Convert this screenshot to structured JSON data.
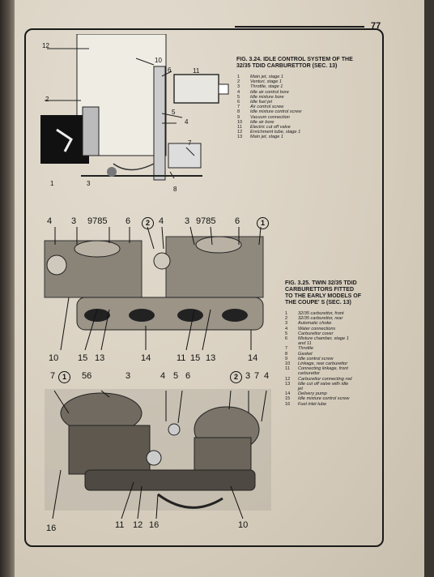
{
  "page_number": "77",
  "fig1": {
    "title_line1": "FIG. 3.24. IDLE CONTROL SYSTEM OF THE",
    "title_line2": "32/35 TDID CARBURETTOR (SEC. 13)",
    "legend": [
      {
        "num": "1",
        "text": "Main jet, stage 1"
      },
      {
        "num": "2",
        "text": "Venturi, stage 1"
      },
      {
        "num": "3",
        "text": "Throttle, stage 1"
      },
      {
        "num": "4",
        "text": "Idle air control bore"
      },
      {
        "num": "5",
        "text": "Idle mixture bore"
      },
      {
        "num": "6",
        "text": "Idle fuel jet"
      },
      {
        "num": "7",
        "text": "Air control screw"
      },
      {
        "num": "8",
        "text": "Idle mixture control screw"
      },
      {
        "num": "9",
        "text": "Vacuum connection"
      },
      {
        "num": "10",
        "text": "Idle air bore"
      },
      {
        "num": "11",
        "text": "Electric cut off valve"
      },
      {
        "num": "12",
        "text": "Enrichment tube, stage 1"
      },
      {
        "num": "13",
        "text": "Main jet, stage 1"
      }
    ],
    "callouts": {
      "c12": "12",
      "c10": "10",
      "c6": "6",
      "c11": "11",
      "c2": "2",
      "c5": "5",
      "c4": "4",
      "c7": "7",
      "c1": "1",
      "c3": "3",
      "c8": "8"
    }
  },
  "fig2": {
    "title_lines": [
      "FIG. 3.25. TWIN 32/35 TDID",
      "CARBURETTORS FITTED",
      "TO THE EARLY MODELS OF",
      "THE COUPE' S (SEC. 13)"
    ],
    "legend": [
      {
        "num": "1",
        "text": "32/35 carburettor, front"
      },
      {
        "num": "2",
        "text": "32/35 carburettor, rear"
      },
      {
        "num": "3",
        "text": "Automatic choke"
      },
      {
        "num": "4",
        "text": "Water connections"
      },
      {
        "num": "5",
        "text": "Carburettor cover"
      },
      {
        "num": "6",
        "text": "Mixture chamber, stage 1"
      },
      {
        "num": "",
        "text": "and 11"
      },
      {
        "num": "7",
        "text": "Throttle"
      },
      {
        "num": "8",
        "text": "Gasket"
      },
      {
        "num": "9",
        "text": "Idle control screw"
      },
      {
        "num": "10",
        "text": "Linkage, rear carburettor"
      },
      {
        "num": "11",
        "text": "Connecting linkage, front"
      },
      {
        "num": "",
        "text": "carburettor"
      },
      {
        "num": "12",
        "text": "Carburettor connecting rod"
      },
      {
        "num": "13",
        "text": "Idle cut off valve with idle"
      },
      {
        "num": "",
        "text": "jet"
      },
      {
        "num": "14",
        "text": "Delivery pump"
      },
      {
        "num": "15",
        "text": "Idle mixture control screw"
      },
      {
        "num": "16",
        "text": "Fuel inlet tube"
      }
    ],
    "top_callouts": {
      "a": "4",
      "b": "3",
      "c": "9785",
      "d": "6",
      "e": "2",
      "f": "4",
      "g": "3",
      "h": "9785",
      "i": "6",
      "j": "1"
    },
    "bottom_callouts": {
      "a": "10",
      "b": "15",
      "c": "13",
      "d": "14",
      "e": "11",
      "f": "15",
      "g": "13",
      "h": "14"
    }
  },
  "fig3": {
    "top_callouts": {
      "a": "7",
      "b": "1",
      "c": "56",
      "d": "3",
      "e": "4",
      "f": "5",
      "g": "6",
      "h": "2",
      "i": "3",
      "j": "7",
      "k": "4"
    },
    "bottom_callouts": {
      "a": "16",
      "b": "11",
      "c": "12",
      "d": "16",
      "e": "10"
    }
  }
}
